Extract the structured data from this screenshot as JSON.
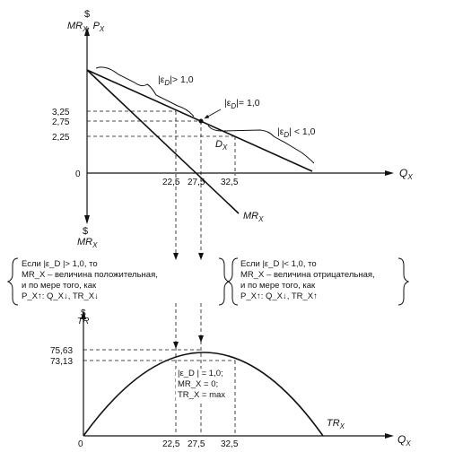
{
  "upper": {
    "y_axis_label": "$",
    "y_axis_label2": "MR",
    "y_axis_label2_sub": "X",
    "y_axis_label3": ", P",
    "y_axis_label3_sub": "X",
    "x_axis_label": "Q",
    "x_axis_label_sub": "X",
    "origin": "0",
    "y_ticks": [
      "3,25",
      "2,75",
      "2,25"
    ],
    "x_ticks": [
      "22,5",
      "27,5",
      "32,5"
    ],
    "demand_label": "D",
    "demand_label_sub": "X",
    "mr_label": "MR",
    "mr_label_sub": "X",
    "elastic_label": "|ε",
    "elastic_label_sub": "D",
    "elastic_label_rest": "|> 1,0",
    "unit_label": "|ε",
    "unit_label_sub": "D",
    "unit_label_rest": "|= 1,0",
    "inelastic_label": "|ε",
    "inelastic_label_sub": "D",
    "inelastic_label_rest": "| < 1,0"
  },
  "middle": {
    "axis_label": "$",
    "axis_label2": "MR",
    "axis_label2_sub": "X",
    "left_note": [
      "Если |ε_D |> 1,0, то",
      "MR_X – величина положительная,",
      "и по мере того, как",
      "P_X↑: Q_X↓, TR_X↓"
    ],
    "right_note": [
      "Если |ε_D |< 1,0, то",
      "MR_X – величина отрицательная,",
      "и по мере того, как",
      "P_X↑: Q_X↓, TR_X↑"
    ]
  },
  "lower": {
    "y_axis_label": "$",
    "y_axis_label2": "TR",
    "x_axis_label": "Q",
    "x_axis_label_sub": "X",
    "origin": "0",
    "y_ticks": [
      "75,63",
      "73,13"
    ],
    "x_ticks": [
      "22,5",
      "27,5",
      "32,5"
    ],
    "tr_label": "TR",
    "tr_label_sub": "X",
    "max_note": [
      "|ε_D | = 1,0;",
      "MR_X = 0;",
      "TR_X = max"
    ]
  },
  "chart_data": [
    {
      "type": "line",
      "title": "",
      "xlabel": "Q_X",
      "ylabel": "MR_X, P_X",
      "series": [
        {
          "name": "D_X",
          "x": [
            0,
            55
          ],
          "y": [
            5.5,
            0
          ]
        },
        {
          "name": "MR_X",
          "x": [
            0,
            27.5,
            32
          ],
          "y": [
            5.5,
            0,
            -0.9
          ]
        }
      ],
      "reference_points": [
        {
          "x": 22.5,
          "y": 3.25
        },
        {
          "x": 27.5,
          "y": 2.75
        },
        {
          "x": 32.5,
          "y": 2.25
        }
      ]
    },
    {
      "type": "line",
      "title": "",
      "xlabel": "Q_X",
      "ylabel": "TR",
      "series": [
        {
          "name": "TR_X",
          "x": [
            0,
            22.5,
            27.5,
            32.5,
            55
          ],
          "y": [
            0,
            73.13,
            75.63,
            73.13,
            0
          ]
        }
      ]
    }
  ]
}
